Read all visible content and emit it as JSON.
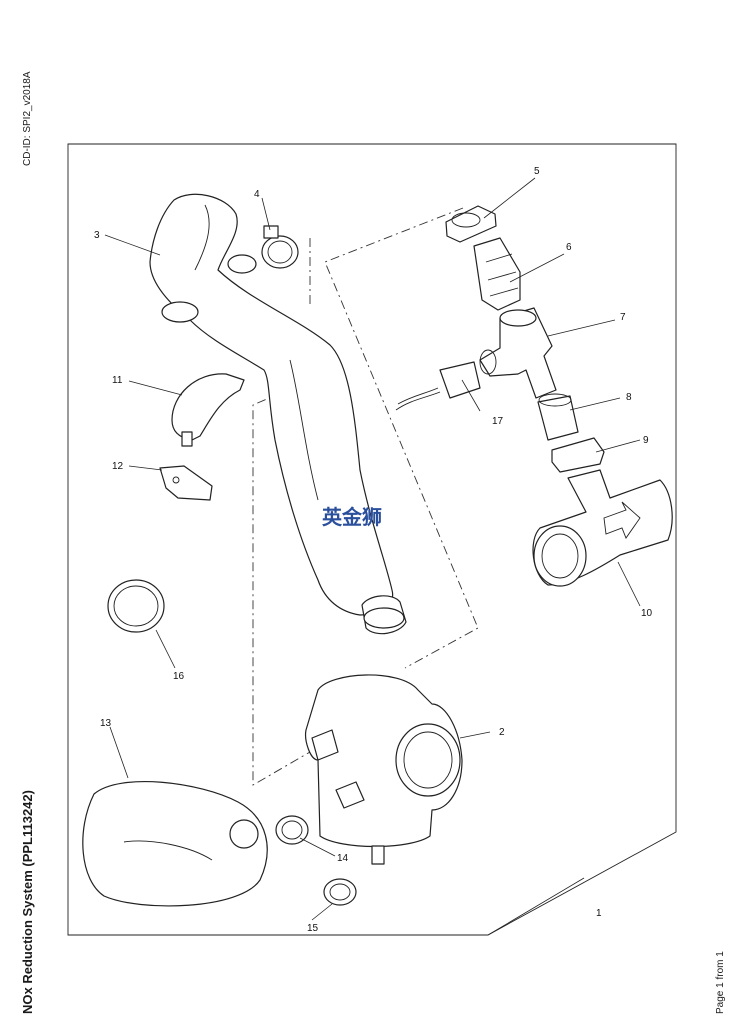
{
  "doc_id": "CD-ID: SPI2_v2018A",
  "title": "NOx Reduction System (PPL113242)",
  "page": "Page 1 from 1",
  "watermark": "英金狮",
  "callouts": {
    "c1": "1",
    "c2": "2",
    "c3": "3",
    "c4": "4",
    "c5": "5",
    "c6": "6",
    "c7": "7",
    "c8": "8",
    "c9": "9",
    "c10": "10",
    "c11": "11",
    "c12": "12",
    "c13": "13",
    "c14": "14",
    "c15": "15",
    "c16": "16",
    "c17": "17"
  }
}
